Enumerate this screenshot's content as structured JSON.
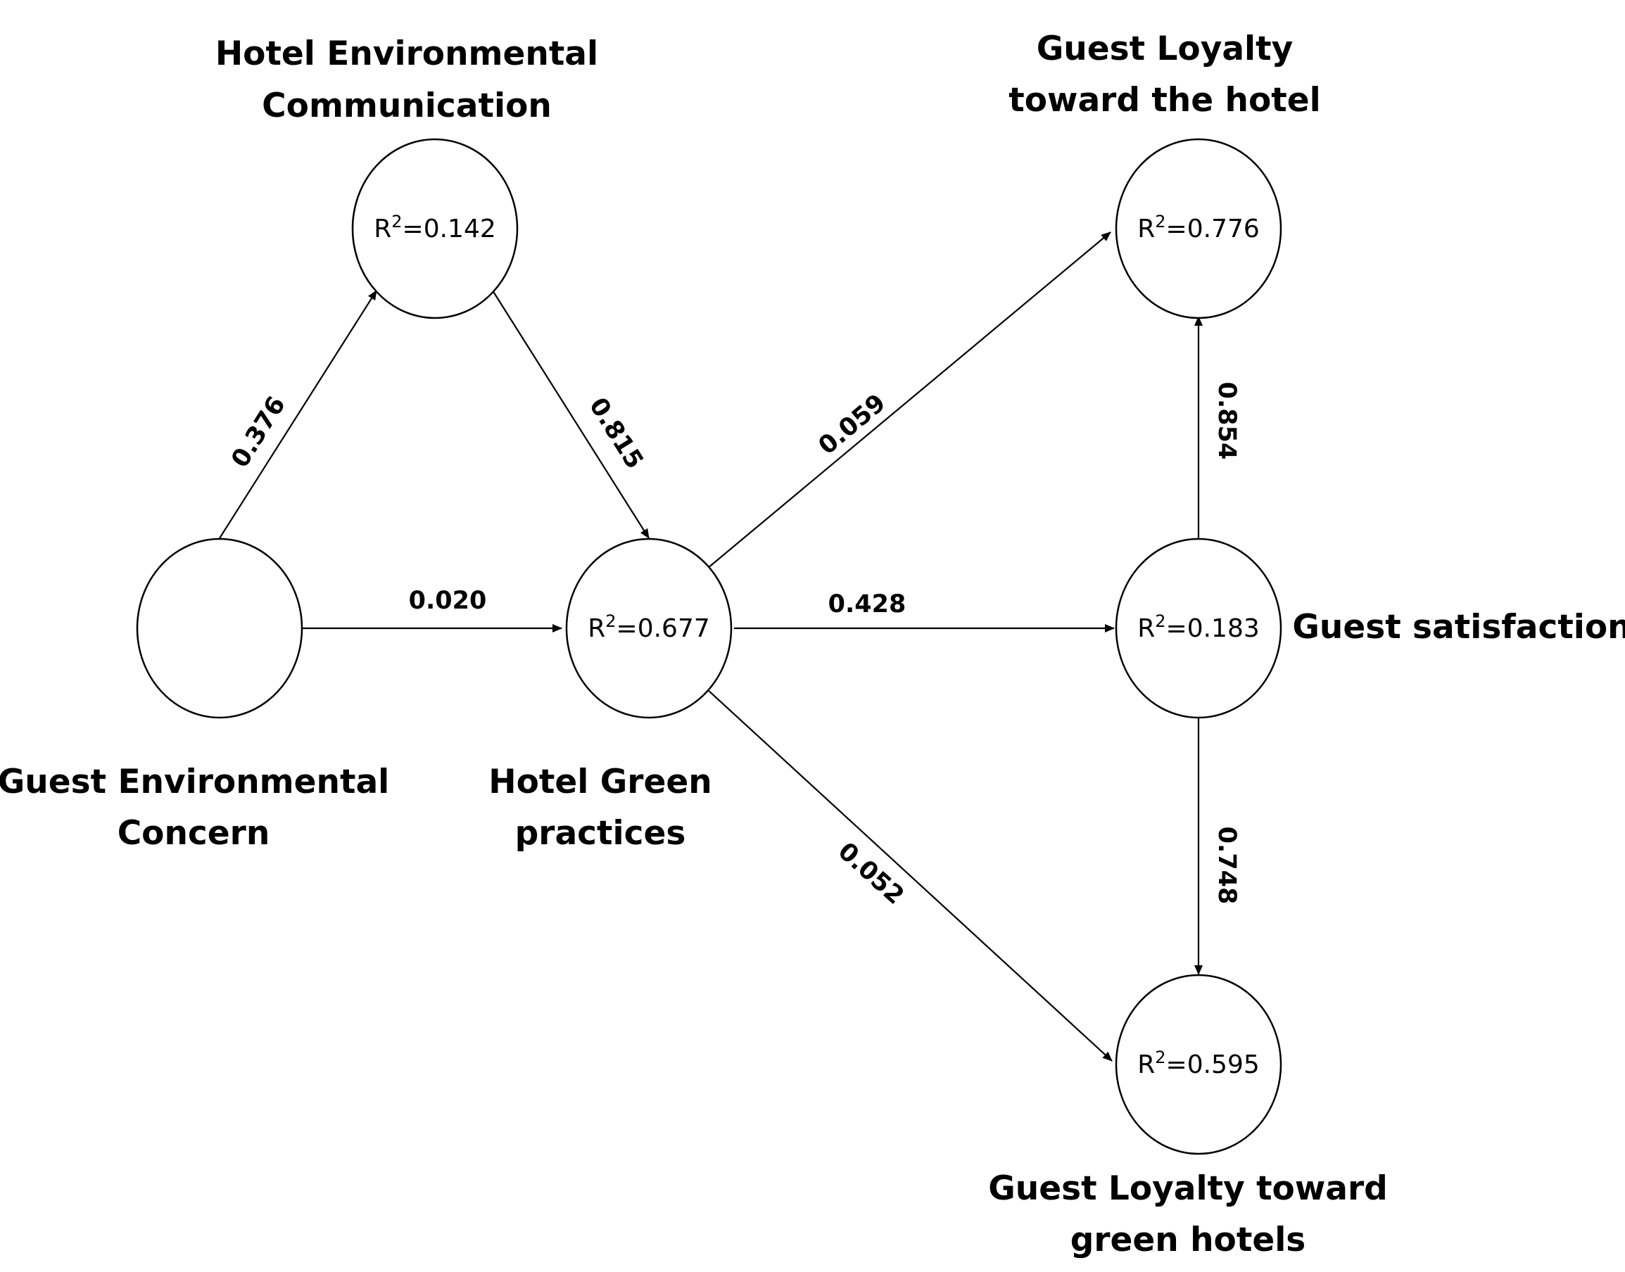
{
  "diagram": {
    "nodes": {
      "guest_environmental_concern": {
        "label_lines": [
          "Guest Environmental",
          "Concern"
        ],
        "r2": ""
      },
      "hotel_environmental_communication": {
        "label_lines": [
          "Hotel Environmental",
          "Communication"
        ],
        "r2": "0.142"
      },
      "hotel_green_practices": {
        "label_lines": [
          "Hotel Green",
          "practices"
        ],
        "r2": "0.677"
      },
      "guest_loyalty_hotel": {
        "label_lines": [
          "Guest Loyalty",
          "toward the hotel"
        ],
        "r2": "0.776"
      },
      "guest_satisfaction": {
        "label_lines": [
          "Guest satisfaction"
        ],
        "r2": "0.183"
      },
      "guest_loyalty_green": {
        "label_lines": [
          "Guest Loyalty toward",
          "green hotels"
        ],
        "r2": "0.595"
      }
    },
    "edges": {
      "gec_to_hec": "0.376",
      "hec_to_hgp": "0.815",
      "gec_to_hgp": "0.020",
      "hgp_to_glh": "0.059",
      "hgp_to_gs": "0.428",
      "hgp_to_glg": "0.052",
      "gs_to_glh": "0.854",
      "gs_to_glg": "0.748"
    },
    "r2_symbol": "R",
    "r2_superscript": "2",
    "r2_prefix": "="
  }
}
